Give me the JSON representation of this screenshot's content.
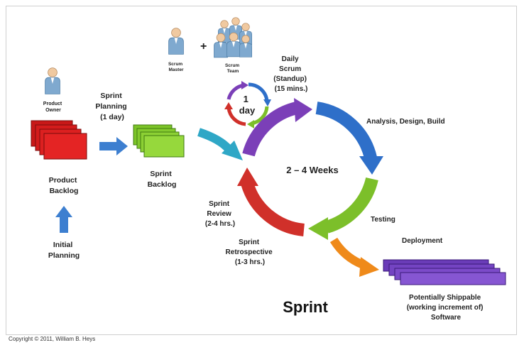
{
  "title": "Sprint",
  "cycle_label": "2 – 4 Weeks",
  "daily_cycle_label": "1 day",
  "roles": {
    "product_owner": [
      "Product",
      "Owner"
    ],
    "scrum_master": [
      "Scrum",
      "Master"
    ],
    "scrum_team": [
      "Scrum",
      "Team"
    ],
    "plus": "+"
  },
  "labels": {
    "product_backlog": [
      "Product",
      "Backlog"
    ],
    "initial_planning": [
      "Initial",
      "Planning"
    ],
    "sprint_planning": [
      "Sprint",
      "Planning",
      "(1 day)"
    ],
    "sprint_backlog": [
      "Sprint",
      "Backlog"
    ],
    "daily_scrum": [
      "Daily",
      "Scrum",
      "(Standup)",
      "(15 mins.)"
    ],
    "analysis": [
      "Analysis, Design, Build"
    ],
    "testing": [
      "Testing"
    ],
    "deployment": [
      "Deployment"
    ],
    "sprint_review": [
      "Sprint",
      "Review",
      "(2-4 hrs.)"
    ],
    "sprint_retrospective": [
      "Sprint",
      "Retrospective",
      "(1-3 hrs.)"
    ],
    "shippable": [
      "Potentially Shippable",
      "(working increment of)",
      "Software"
    ]
  },
  "copyright": "Copyright © 2011, William B. Heys",
  "colors": {
    "product_backlog": "#e02020",
    "sprint_backlog": "#7ec82a",
    "shippable": "#7c4bc9",
    "arrow_blue": "#3d7fd0",
    "arrow_teal": "#2fa7c6",
    "cycle_purple": "#7b3fb8",
    "cycle_blue": "#2e6fc9",
    "cycle_green": "#7cbf2a",
    "cycle_red": "#d0302a",
    "deploy_orange": "#ef8a1a",
    "person": "#7fa9cf"
  }
}
